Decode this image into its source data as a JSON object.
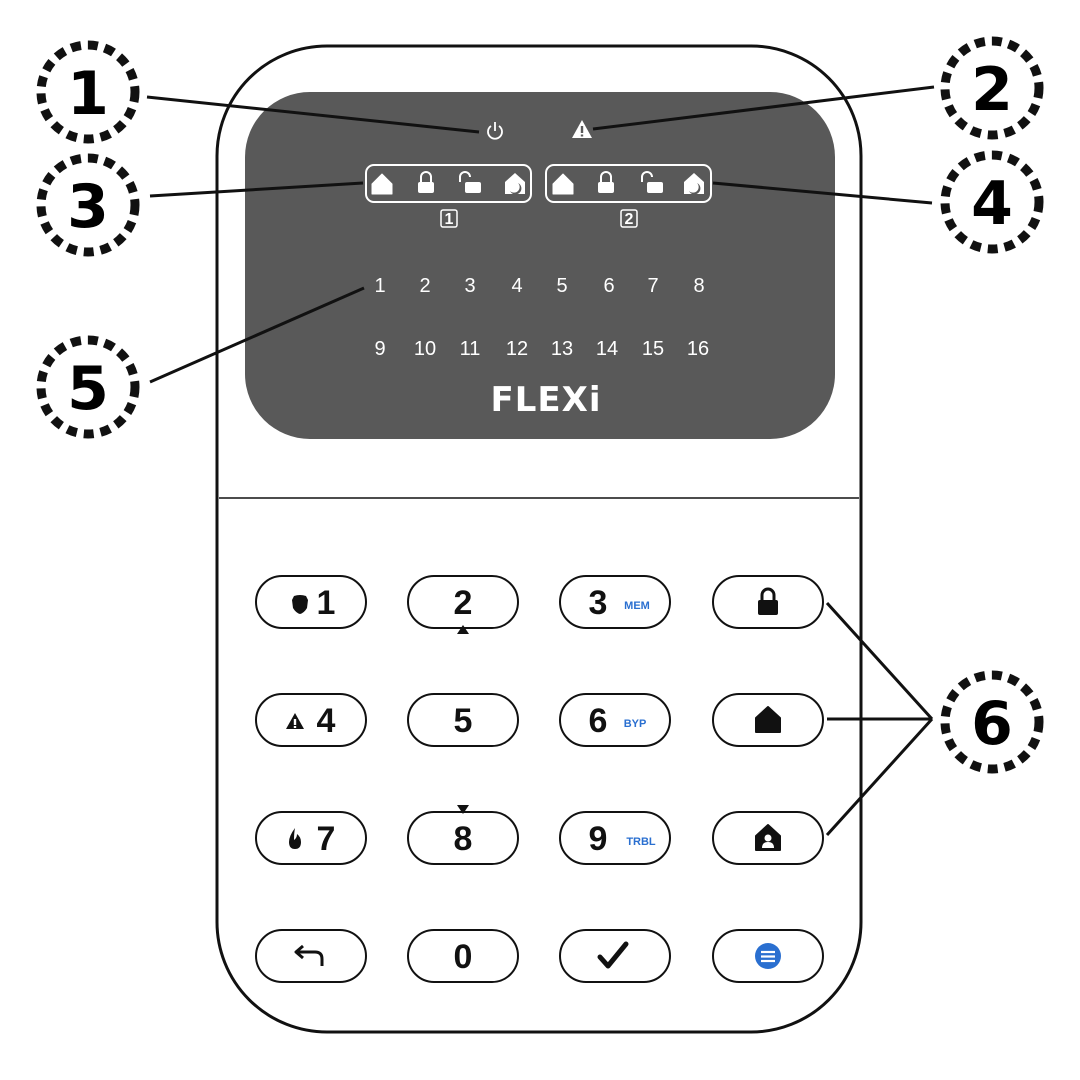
{
  "device": {
    "brand": "FLEXi",
    "partition_labels": [
      "1",
      "2"
    ],
    "zones_row1": [
      "1",
      "2",
      "3",
      "4",
      "5",
      "6",
      "7",
      "8"
    ],
    "zones_row2": [
      "9",
      "10",
      "11",
      "12",
      "13",
      "14",
      "15",
      "16"
    ]
  },
  "callouts": [
    "1",
    "2",
    "3",
    "4",
    "5",
    "6"
  ],
  "keypad": {
    "k1": "1",
    "k2": "2",
    "k3": "3",
    "k3_sub": "MEM",
    "k4": "4",
    "k5": "5",
    "k6": "6",
    "k6_sub": "BYP",
    "k7": "7",
    "k8": "8",
    "k9": "9",
    "k9_sub": "TRBL",
    "k0": "0"
  },
  "colors": {
    "display": "#595959",
    "accent": "#2a6fd0",
    "outline": "#111111"
  },
  "icons": {
    "status": [
      "power-icon",
      "warning-icon"
    ],
    "partition": [
      "home-icon",
      "lock-icon",
      "unlock-icon",
      "night-icon"
    ],
    "keys": [
      "police-icon",
      "panic-icon",
      "fire-icon",
      "back-arrow-icon",
      "checkmark-icon",
      "menu-icon",
      "lock-icon",
      "night-mode-icon",
      "stay-mode-icon"
    ]
  }
}
